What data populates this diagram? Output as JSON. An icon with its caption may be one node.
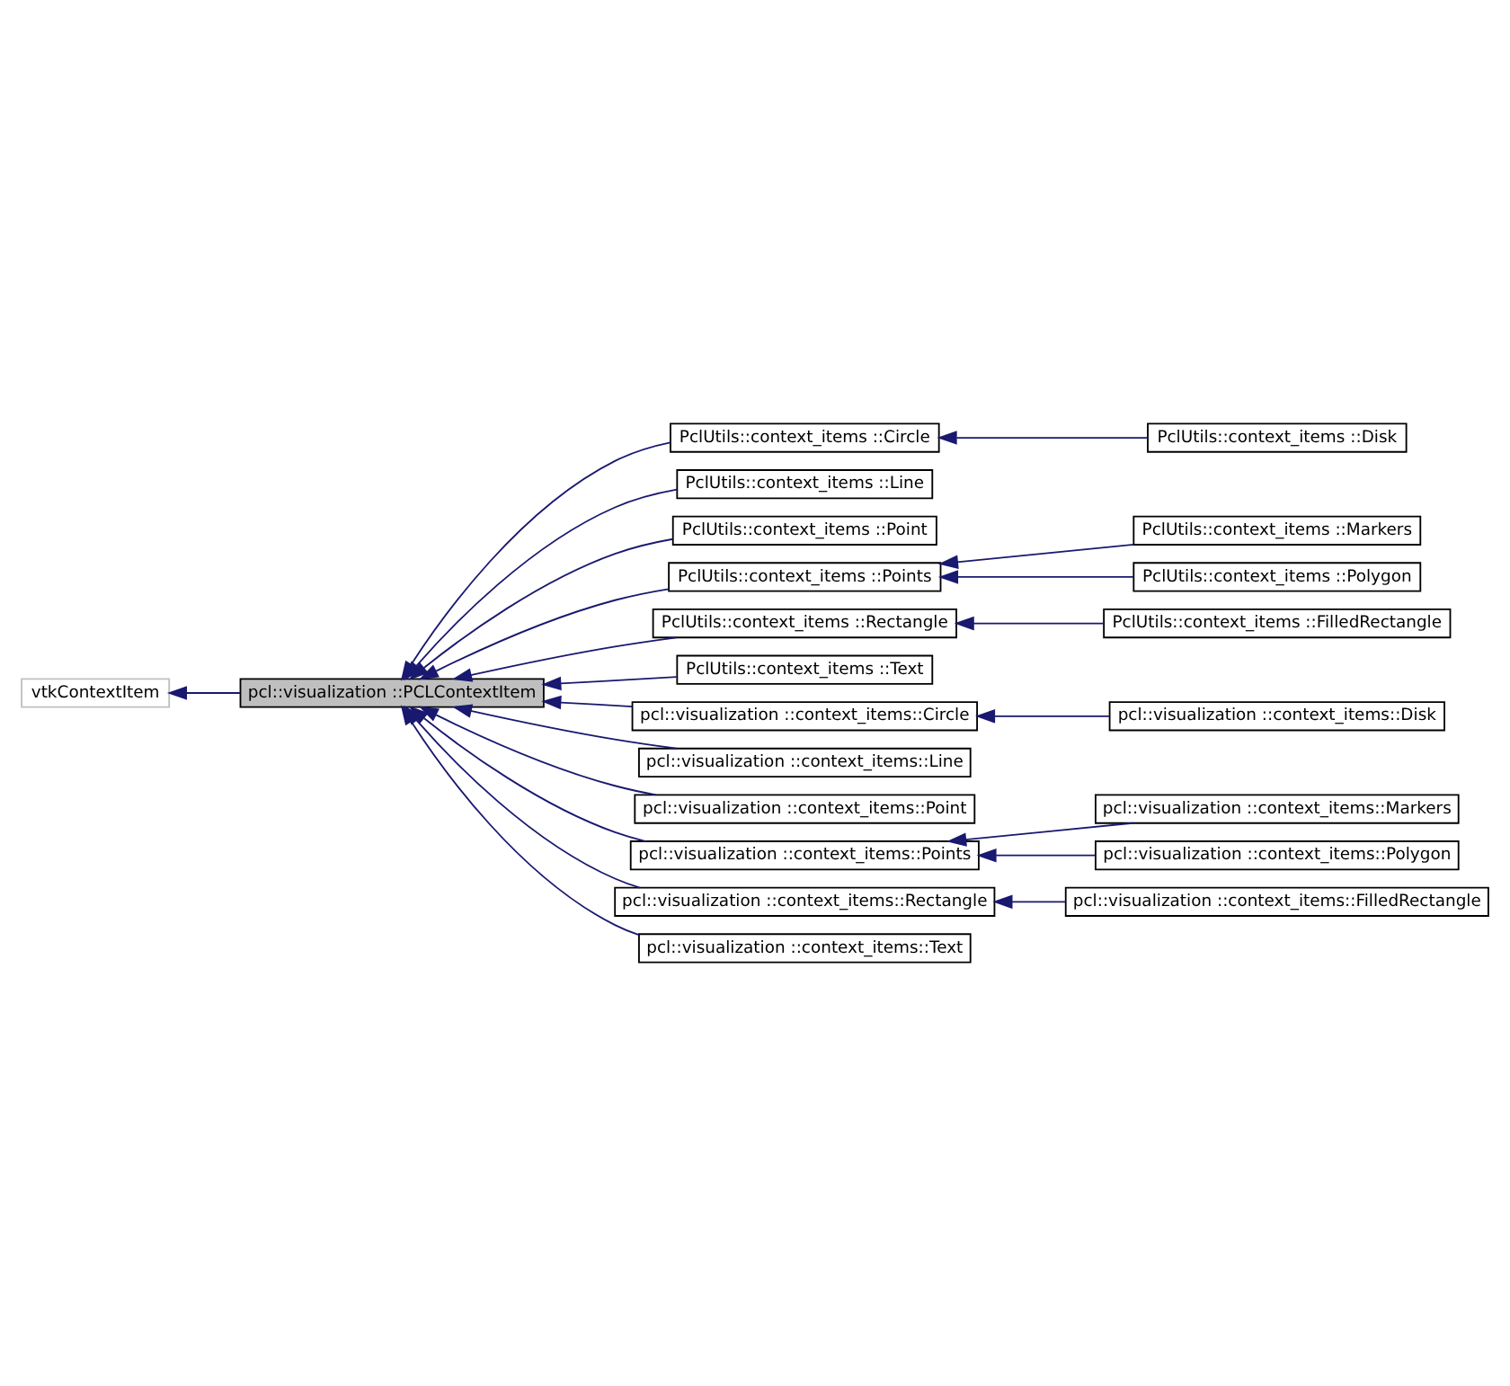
{
  "diagram": {
    "nodes": [
      {
        "text": [
          "vtkContextItem"
        ]
      },
      {
        "text": [
          "pcl::visualization ::PCLContextItem"
        ]
      },
      {
        "text": [
          "PclUtils::context_items ::Circle"
        ]
      },
      {
        "text": [
          "PclUtils::context_items ::Disk"
        ]
      },
      {
        "text": [
          "PclUtils::context_items ::Line"
        ]
      },
      {
        "text": [
          "PclUtils::context_items ::Point"
        ]
      },
      {
        "text": [
          "PclUtils::context_items ::Points"
        ]
      },
      {
        "text": [
          "PclUtils::context_items ::Markers"
        ]
      },
      {
        "text": [
          "PclUtils::context_items ::Polygon"
        ]
      },
      {
        "text": [
          "PclUtils::context_items ::Rectangle"
        ]
      },
      {
        "text": [
          "PclUtils::context_items ::FilledRectangle"
        ]
      },
      {
        "text": [
          "PclUtils::context_items ::Text"
        ]
      },
      {
        "text": [
          "pcl::visualization ::context_items::Circle"
        ]
      },
      {
        "text": [
          "pcl::visualization ::context_items::Disk"
        ]
      },
      {
        "text": [
          "pcl::visualization ::context_items::Line"
        ]
      },
      {
        "text": [
          "pcl::visualization ::context_items::Point"
        ]
      },
      {
        "text": [
          "pcl::visualization ::context_items::Points"
        ]
      },
      {
        "text": [
          "pcl::visualization ::context_items::Markers"
        ]
      },
      {
        "text": [
          "pcl::visualization ::context_items::Polygon"
        ]
      },
      {
        "text": [
          "pcl::visualization ::context_items::Rectangle"
        ]
      },
      {
        "text": [
          "pcl::visualization ::context_items::FilledRectangle"
        ]
      },
      {
        "text": [
          "pcl::visualization ::context_items::Text"
        ]
      }
    ],
    "edges": [
      {
        "from": 1,
        "to": 0,
        "arrow": "to"
      },
      {
        "from": 2,
        "to": 1,
        "arrow": "to"
      },
      {
        "from": 3,
        "to": 2,
        "arrow": "to"
      },
      {
        "from": 4,
        "to": 1,
        "arrow": "to"
      },
      {
        "from": 5,
        "to": 1,
        "arrow": "to"
      },
      {
        "from": 6,
        "to": 1,
        "arrow": "to"
      },
      {
        "from": 7,
        "to": 6,
        "arrow": "to"
      },
      {
        "from": 8,
        "to": 6,
        "arrow": "to"
      },
      {
        "from": 9,
        "to": 1,
        "arrow": "to"
      },
      {
        "from": 10,
        "to": 9,
        "arrow": "to"
      },
      {
        "from": 11,
        "to": 1,
        "arrow": "to"
      },
      {
        "from": 12,
        "to": 1,
        "arrow": "to"
      },
      {
        "from": 13,
        "to": 12,
        "arrow": "to"
      },
      {
        "from": 14,
        "to": 1,
        "arrow": "to"
      },
      {
        "from": 15,
        "to": 1,
        "arrow": "to"
      },
      {
        "from": 16,
        "to": 1,
        "arrow": "to"
      },
      {
        "from": 17,
        "to": 16,
        "arrow": "to"
      },
      {
        "from": 18,
        "to": 16,
        "arrow": "to"
      },
      {
        "from": 19,
        "to": 1,
        "arrow": "to"
      },
      {
        "from": 20,
        "to": 19,
        "arrow": "to"
      },
      {
        "from": 21,
        "to": 1,
        "arrow": "to"
      }
    ]
  }
}
